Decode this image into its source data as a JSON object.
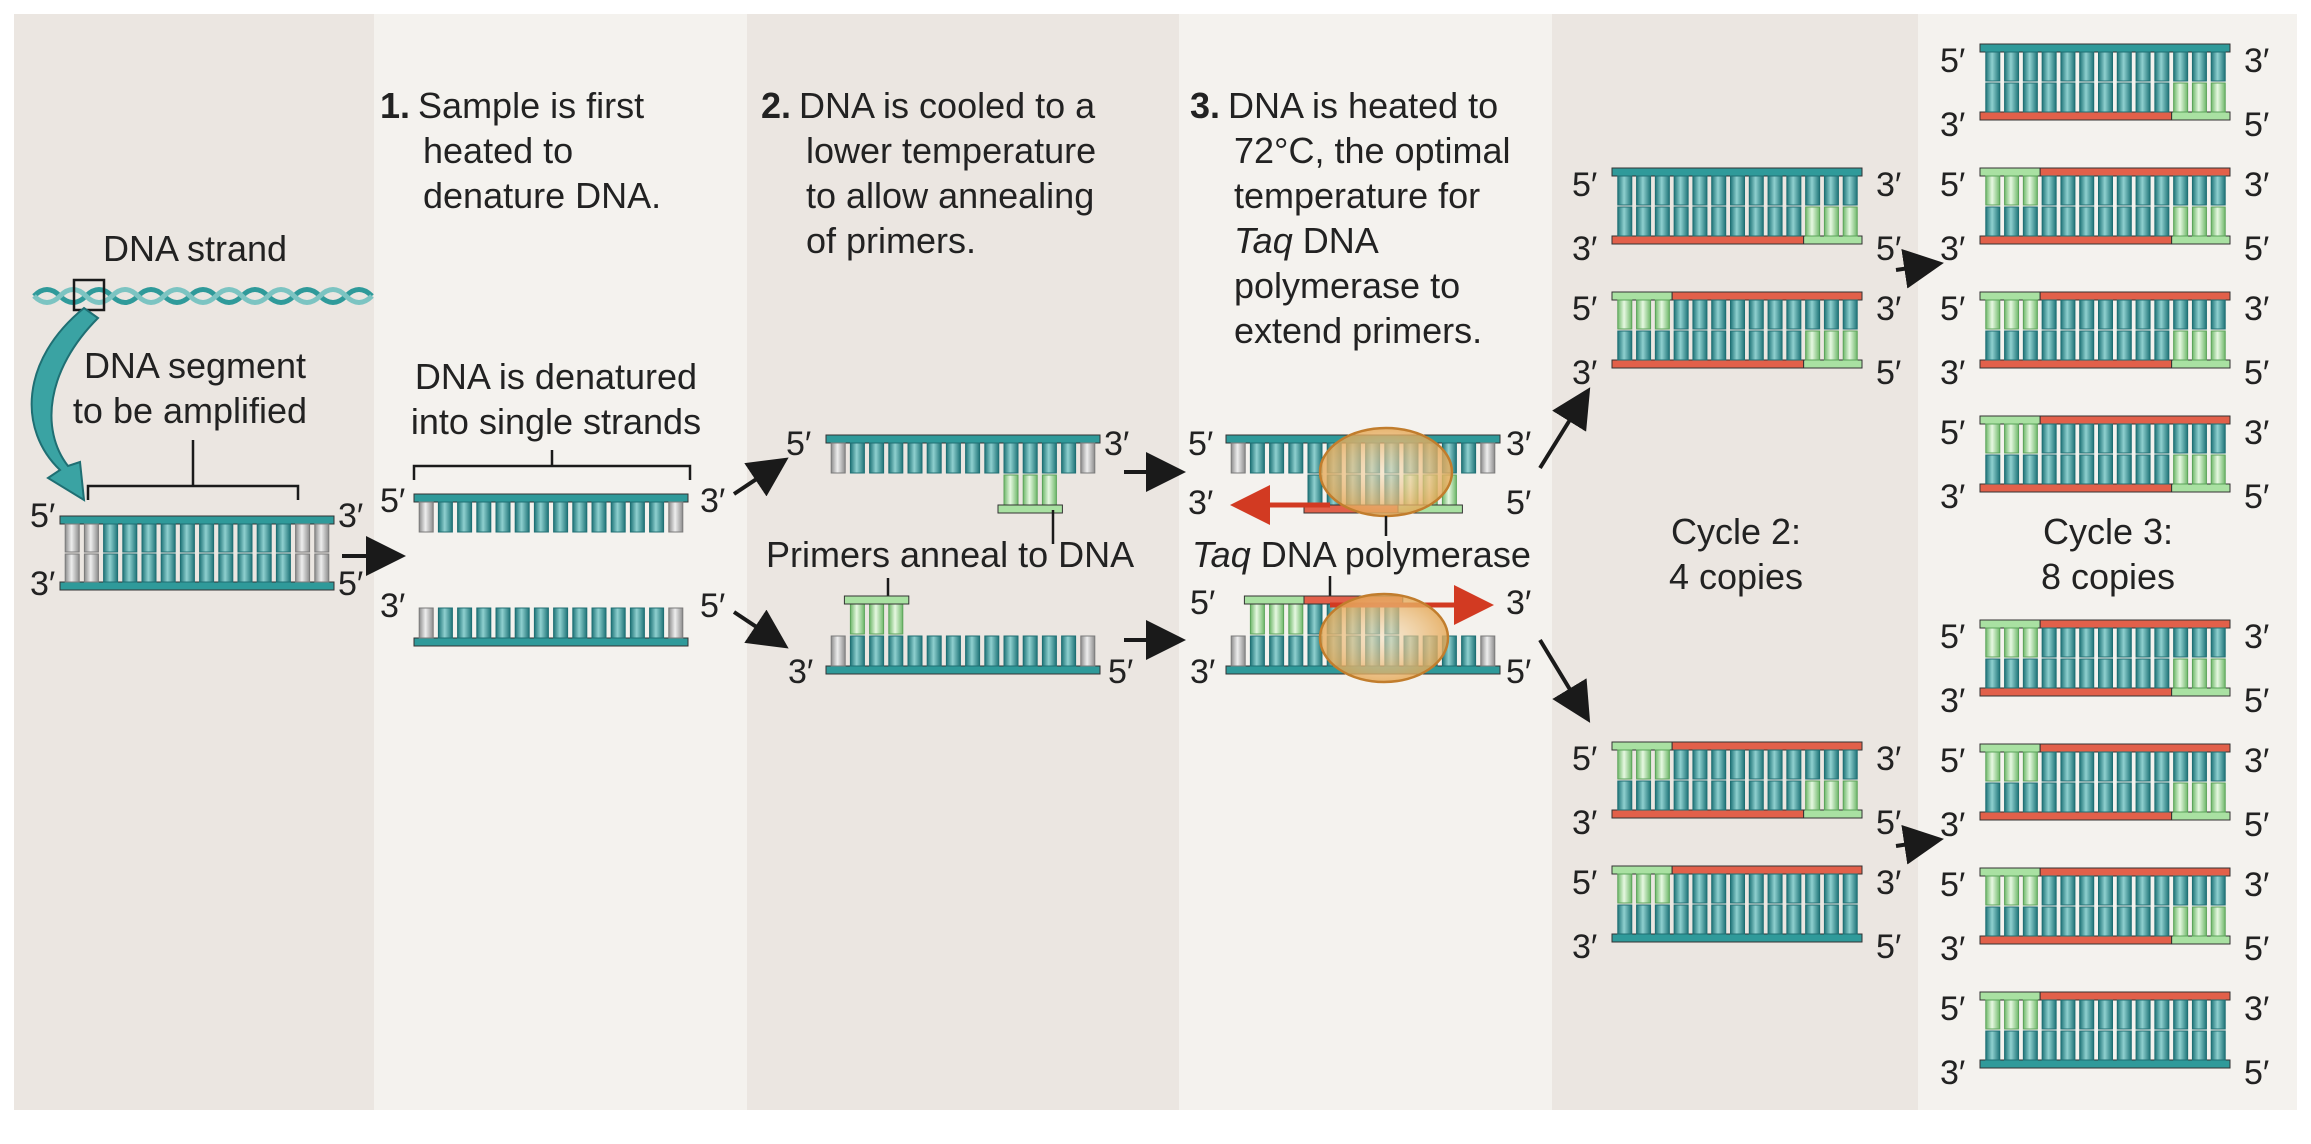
{
  "labels": {
    "dna_strand": "DNA strand",
    "segment_line1": "DNA segment",
    "segment_line2": "to be amplified",
    "denatured_line1": "DNA is denatured",
    "denatured_line2": "into single strands",
    "primers_anneal": "Primers anneal to DNA",
    "taq_italic": "Taq",
    "taq_rest": " DNA polymerase"
  },
  "steps": {
    "s1": {
      "num": "1.",
      "line1": "Sample is first",
      "line2": "heated to",
      "line3": "denature DNA."
    },
    "s2": {
      "num": "2.",
      "line1": "DNA is cooled to a",
      "line2": "lower temperature",
      "line3": "to allow annealing",
      "line4": "of primers."
    },
    "s3": {
      "num": "3.",
      "line1": "DNA is heated to",
      "line2": "72°C, the optimal",
      "line3": "temperature for",
      "line4_italic": "Taq",
      "line4_rest": " DNA",
      "line5": "polymerase to",
      "line6": "extend primers."
    }
  },
  "cycles": {
    "c2_line1": "Cycle 2:",
    "c2_line2": "4 copies",
    "c3_line1": "Cycle 3:",
    "c3_line2": "8 copies"
  },
  "ends": {
    "five": "5′",
    "three": "3′"
  },
  "colors": {
    "teal": "#2f9a9a",
    "teal_dark": "#1f6f73",
    "green": "#a9e1a2",
    "green_dark": "#5ba35a",
    "red": "#e2604a",
    "gray": "#bcbcbc",
    "orange": "#e3a24b",
    "arrow_red": "#d23a22",
    "panel_a": "#ebe6e1",
    "panel_b": "#f4f2ee"
  }
}
